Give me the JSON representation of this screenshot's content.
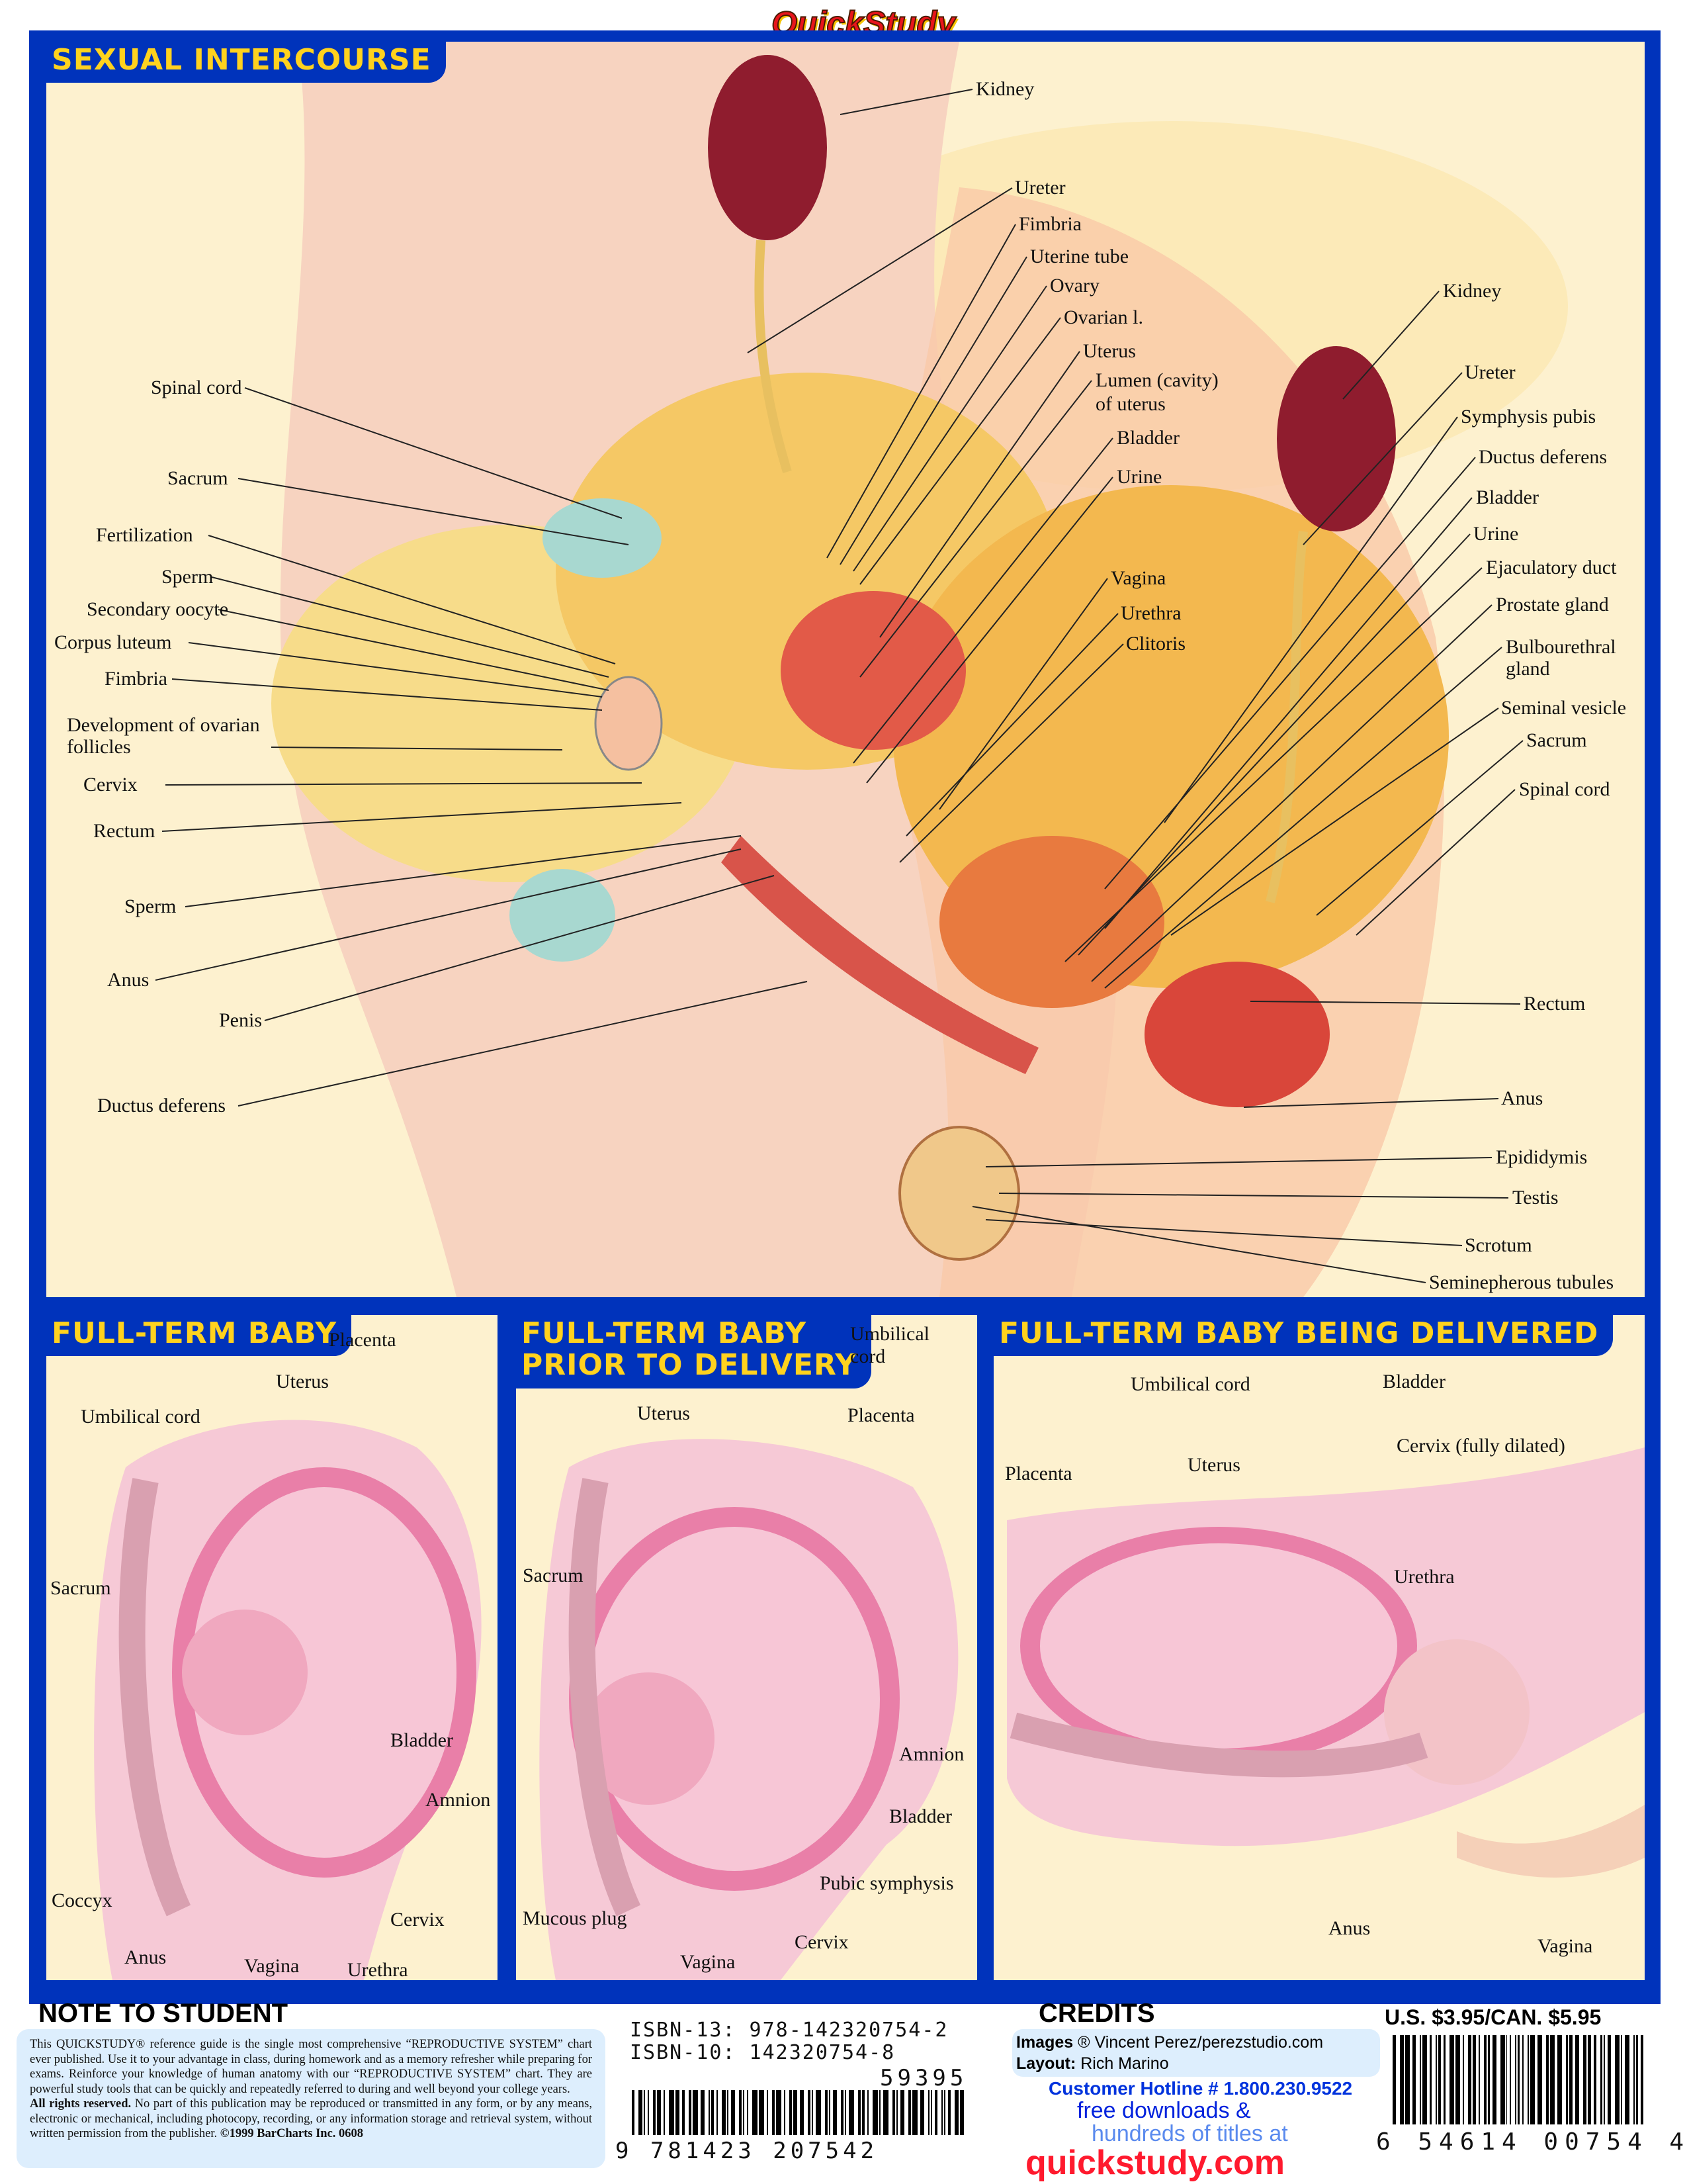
{
  "brand": "QuickStudy",
  "main": {
    "title": "SEXUAL INTERCOURSE",
    "female_labels": [
      "Spinal cord",
      "Sacrum",
      "Fertilization",
      "Sperm",
      "Secondary oocyte",
      "Corpus luteum",
      "Fimbria",
      "Development of ovarian",
      "follicles",
      "Cervix",
      "Rectum",
      "Sperm",
      "Anus",
      "Penis",
      "Ductus deferens"
    ],
    "center_labels": [
      "Kidney",
      "Ureter",
      "Fimbria",
      "Uterine tube",
      "Ovary",
      "Ovarian l.",
      "Uterus",
      "Lumen (cavity)",
      "of uterus",
      "Bladder",
      "Urine",
      "Vagina",
      "Urethra",
      "Clitoris"
    ],
    "male_labels": [
      "Kidney",
      "Ureter",
      "Symphysis pubis",
      "Ductus deferens",
      "Bladder",
      "Urine",
      "Ejaculatory duct",
      "Prostate gland",
      "Bulbourethral",
      "gland",
      "Seminal vesicle",
      "Sacrum",
      "Spinal cord",
      "Rectum",
      "Anus",
      "Epididymis",
      "Testis",
      "Scrotum",
      "Seminepherous tubules"
    ]
  },
  "panel1": {
    "title": "FULL-TERM BABY",
    "labels": [
      "Placenta",
      "Uterus",
      "Umbilical cord",
      "Sacrum",
      "Bladder",
      "Amnion",
      "Coccyx",
      "Cervix",
      "Anus",
      "Vagina",
      "Urethra"
    ]
  },
  "panel2": {
    "title_line1": "FULL-TERM BABY",
    "title_line2": "PRIOR TO DELIVERY",
    "labels": [
      "Umbilical",
      "cord",
      "Uterus",
      "Placenta",
      "Sacrum",
      "Amnion",
      "Bladder",
      "Pubic symphysis",
      "Mucous plug",
      "Cervix",
      "Vagina"
    ]
  },
  "panel3": {
    "title": "FULL-TERM BABY BEING DELIVERED",
    "labels": [
      "Umbilical cord",
      "Bladder",
      "Cervix (fully dilated)",
      "Placenta",
      "Uterus",
      "Urethra",
      "Anus",
      "Vagina"
    ]
  },
  "footer": {
    "note_title": "NOTE TO STUDENT",
    "note_text": "This QUICKSTUDY® reference guide is the single most comprehensive “REPRODUCTIVE SYSTEM” chart ever published. Use it to your advantage in class, during homework and as a memory refresher while preparing for exams. Reinforce your knowledge of human anatomy with our “REPRODUCTIVE SYSTEM” chart. They are powerful study tools that can be quickly and repeatedly referred to during and well beyond your college years.",
    "rights_bold": "All rights reserved.",
    "rights_text": " No part of this publication may be reproduced or transmitted in any form, or by any means, electronic or mechanical, including photocopy, recording, or any information storage and retrieval system, without written permission from the publisher. ",
    "copyright": "©1999 BarCharts Inc. 0608",
    "isbn13": "ISBN-13: 978-142320754-2",
    "isbn10": "ISBN-10: 142320754-8",
    "price_code": "59395",
    "ean_digits": "9 781423 207542",
    "credits_title": "CREDITS",
    "images_label": "Images",
    "images_value": " ® Vincent Perez/perezstudio.com",
    "layout_label": "Layout:",
    "layout_value": " Rich Marino",
    "hotline": "Customer Hotline # 1.800.230.9522",
    "free_downloads": "free downloads &",
    "hundreds": "hundreds of titles at",
    "website": "quickstudy.com",
    "price": "U.S. $3.95/CAN. $5.95",
    "upc_digits": "6 54614 00754 4"
  }
}
